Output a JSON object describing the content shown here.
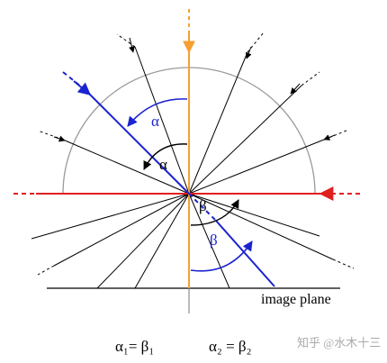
{
  "labels": {
    "alpha_blue": "α",
    "alpha_black": "α",
    "beta_black": "β",
    "beta_blue": "β",
    "image_plane": "image plane"
  },
  "equations": {
    "eq1": "α₁= β₁",
    "eq2": "α₂ = β₂"
  },
  "watermark": "知乎 @水木十三",
  "colors": {
    "optical_axis": "#f5a030",
    "horizontal_ray": "#e02020",
    "highlight_ray": "#1a23d0",
    "construction": "#000000",
    "circle": "#9a9a9a"
  }
}
